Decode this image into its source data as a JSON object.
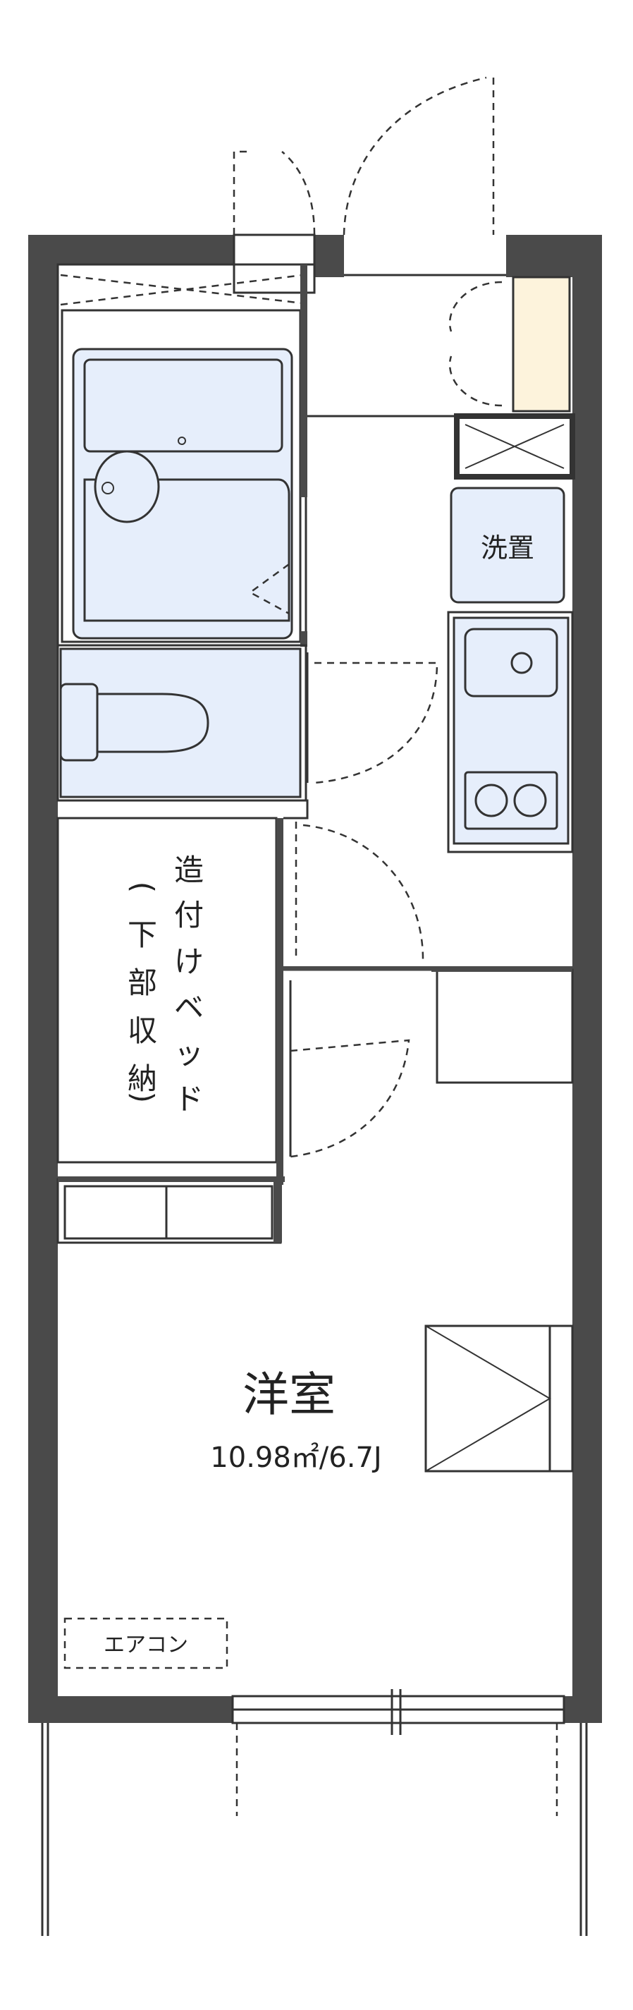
{
  "rooms": {
    "western": {
      "name": "洋室",
      "area": "10.98㎡/6.7J"
    },
    "laundry": {
      "name": "洗置"
    },
    "storage_col1": [
      "造",
      "付",
      "け",
      "ベ",
      "ッ",
      "ド"
    ],
    "storage_col2": [
      "(",
      "下",
      "部",
      "収",
      "納",
      ")"
    ]
  },
  "aircon": {
    "label": "エアコン"
  },
  "colors": {
    "wall": "#4a4a4a",
    "fixture": "#e6eefb",
    "cabinet": "#fdf3dc"
  }
}
